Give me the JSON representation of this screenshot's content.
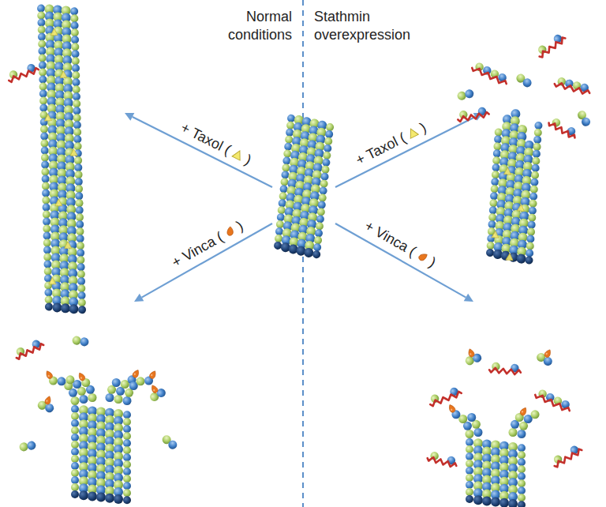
{
  "diagram": {
    "labels": [
      "Normal conditions",
      "Stathmin overexpression",
      "+ Taxol (",
      ")",
      "+ Taxol (",
      ")",
      "+ Vinca (",
      ")",
      "+ Vinca (",
      ")"
    ]
  }
}
